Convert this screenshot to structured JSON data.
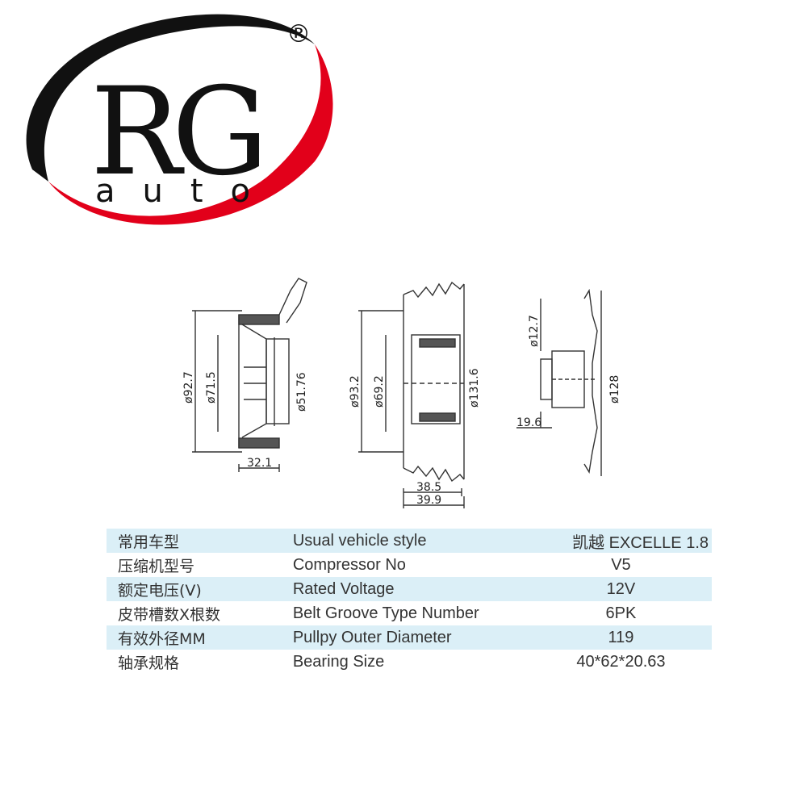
{
  "logo": {
    "letters": "RG",
    "subtext": "auto",
    "registered": "®",
    "colors": {
      "black": "#111111",
      "red": "#e2001a"
    }
  },
  "drawings": {
    "left_view": {
      "dims": [
        "ø92.7",
        "ø71.5",
        "ø51.76",
        "32.1"
      ]
    },
    "middle_view": {
      "dims": [
        "ø93.2",
        "ø69.2",
        "ø131.6",
        "38.5",
        "39.9"
      ]
    },
    "right_view": {
      "dims": [
        "ø12.7",
        "19.6",
        "ø128"
      ]
    }
  },
  "specs": [
    {
      "cn": "常用车型",
      "en": "Usual vehicle style",
      "value": "凯越 EXCELLE 1.8"
    },
    {
      "cn": "压缩机型号",
      "en": "Compressor No",
      "value": "V5"
    },
    {
      "cn": "额定电压(V)",
      "en": "Rated Voltage",
      "value": "12V"
    },
    {
      "cn": "皮带槽数X根数",
      "en": "Belt Groove Type Number",
      "value": "6PK"
    },
    {
      "cn": "有效外径MM",
      "en": "Pullpy Outer Diameter",
      "value": "119"
    },
    {
      "cn": "轴承规格",
      "en": "Bearing Size",
      "value": "40*62*20.63"
    }
  ],
  "colors": {
    "table_stripe": "#dbeff7",
    "text": "#333333"
  }
}
